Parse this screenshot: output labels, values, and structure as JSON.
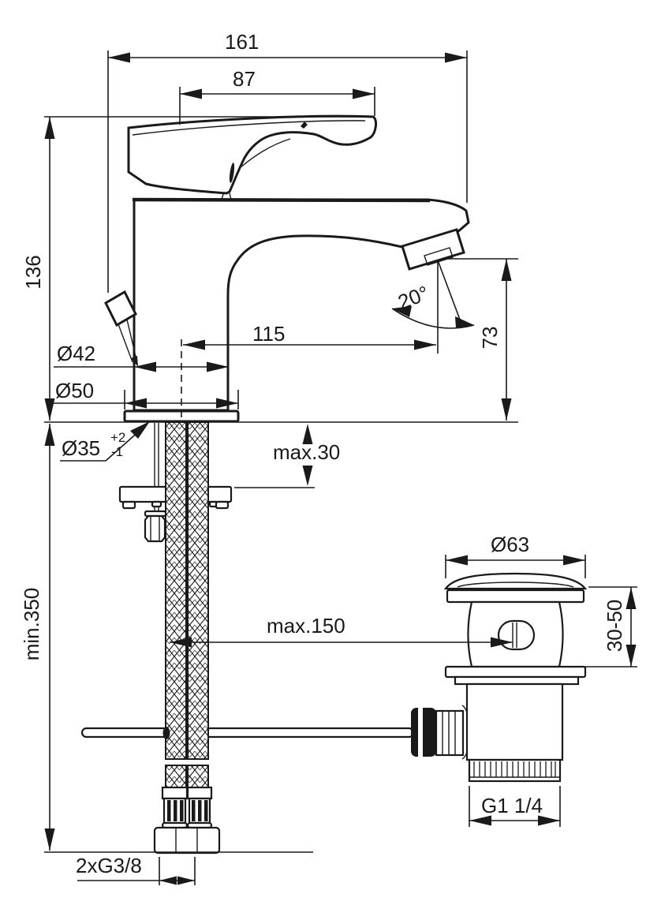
{
  "drawing": {
    "kind": "technical-dimension-drawing",
    "subject": "single-lever basin mixer tap with flexible supply hoses, mounting hardware and pop-up waste",
    "colors": {
      "line": "#1a1a1a",
      "background": "#ffffff"
    },
    "dimensions": {
      "total_width": {
        "label": "161"
      },
      "handle_projection": {
        "label": "87"
      },
      "height_to_deck": {
        "label": "136"
      },
      "spout_angle": {
        "label": "20°"
      },
      "spout_projection": {
        "label": "115"
      },
      "spout_height": {
        "label": "73"
      },
      "body_diameter": {
        "label": "Ø42"
      },
      "base_diameter": {
        "label": "Ø50"
      },
      "tap_hole": {
        "label": "Ø35",
        "tolerance_plus": "+2",
        "tolerance_minus": "-1"
      },
      "max_deck_thickness": {
        "label": "max.30"
      },
      "min_hose_length": {
        "label": "min.350"
      },
      "waste_flange_diameter": {
        "label": "Ø63"
      },
      "max_rod_reach": {
        "label": "max.150"
      },
      "basin_thickness_range": {
        "label": "30-50"
      },
      "waste_outlet_thread": {
        "label": "G1 1/4"
      },
      "supply_thread": {
        "label": "2xG3/8"
      }
    }
  }
}
